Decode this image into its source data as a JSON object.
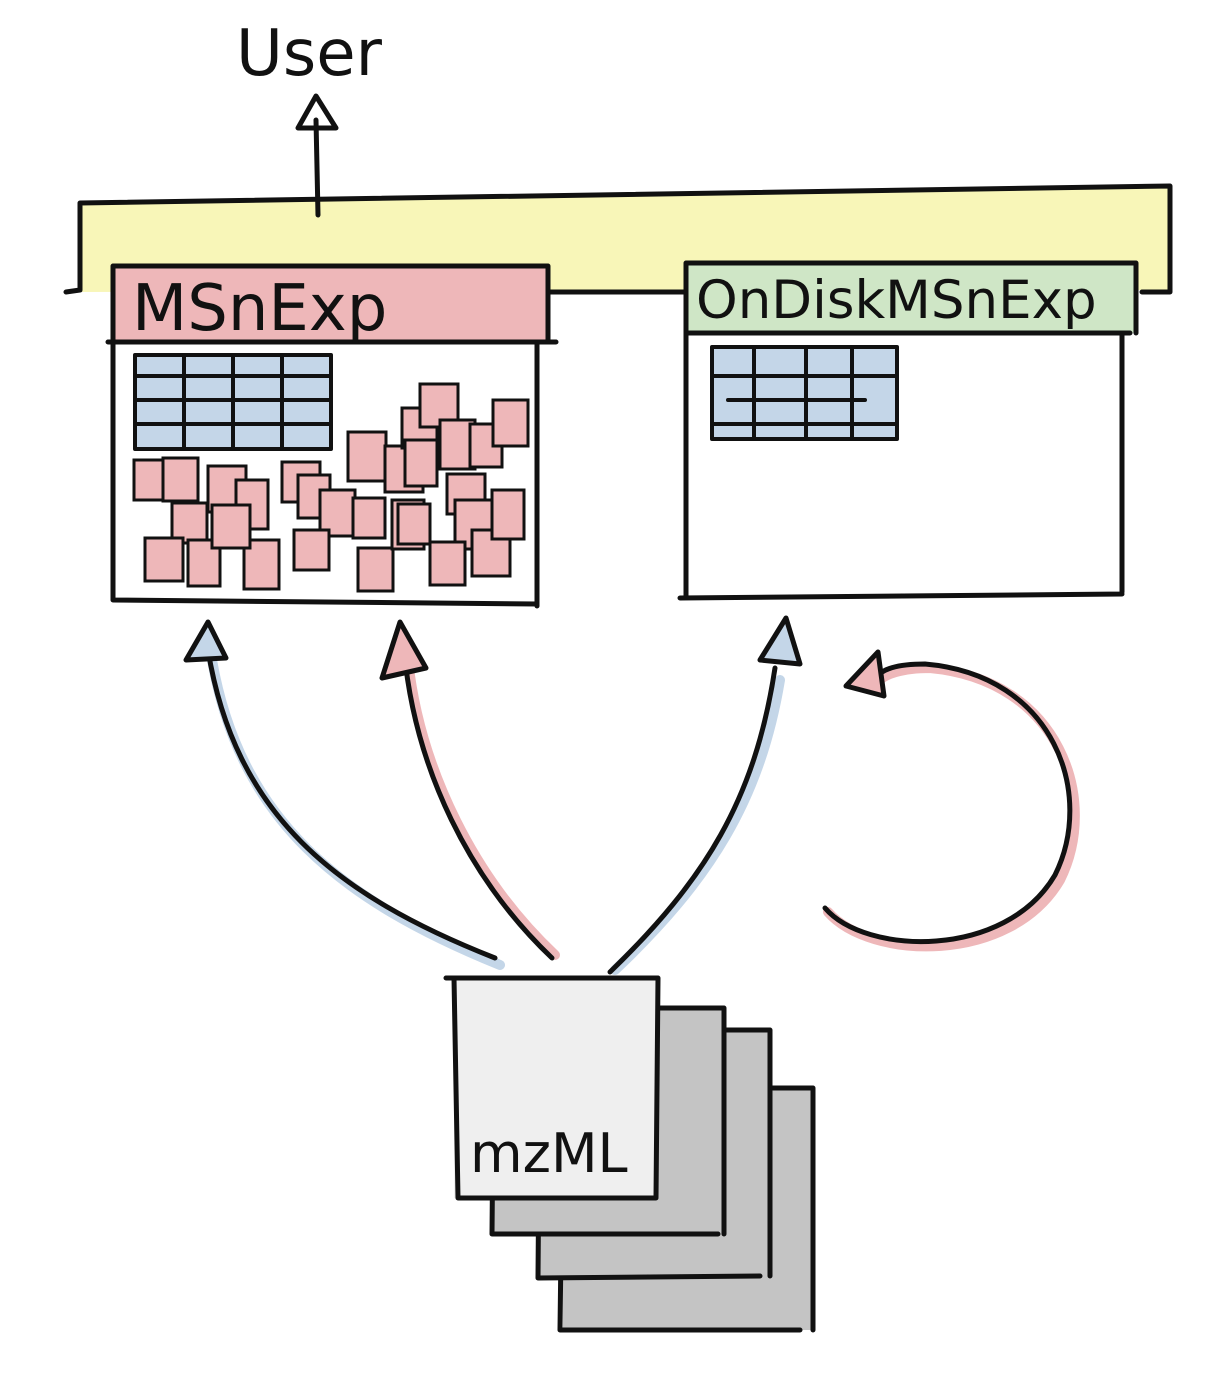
{
  "user_label": "User",
  "msnexp": {
    "title": "MSnExp",
    "header_color": "#eeb7b9"
  },
  "ondisk": {
    "title": "OnDiskMSnExp",
    "header_color": "#cfe6c6"
  },
  "mzml_label": "mzML",
  "colors": {
    "interface_band": "#f8f6b8",
    "table_blue": "#c4d6e8",
    "spectrum_pink": "#eeb7b9",
    "file_front": "#efefef",
    "file_back": "#c4c4c4"
  },
  "icons": {
    "upward_arrow": "arrow-up-icon",
    "curved_arrows": "curved-arrow-icon",
    "files": "file-stack-icon"
  }
}
